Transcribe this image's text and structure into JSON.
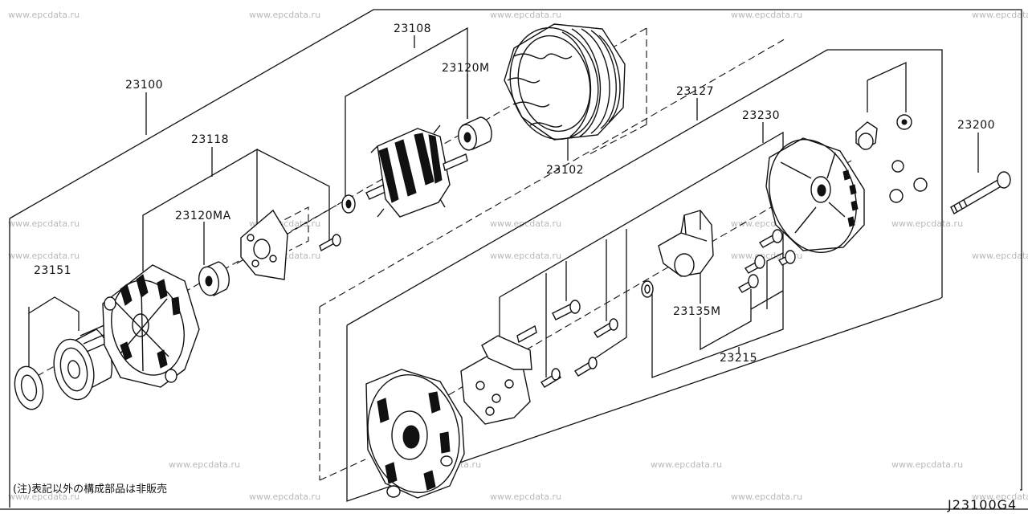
{
  "diagram": {
    "drawing_code": "J23100G4",
    "note": "(注)表記以外の構成部品は非販売",
    "watermark_text": "www.epcdata.ru",
    "part_numbers": {
      "assembly": "23100",
      "rotor": "23108",
      "bearing_rear": "23120M",
      "stator": "23102",
      "rear_cover_assembly": "23127",
      "front_bracket": "23230",
      "through_bolt": "23200",
      "front_cover": "23118",
      "bearing_front": "23120MA",
      "pulley": "23151",
      "regulator": "23135M",
      "screw_kit": "23215"
    }
  }
}
